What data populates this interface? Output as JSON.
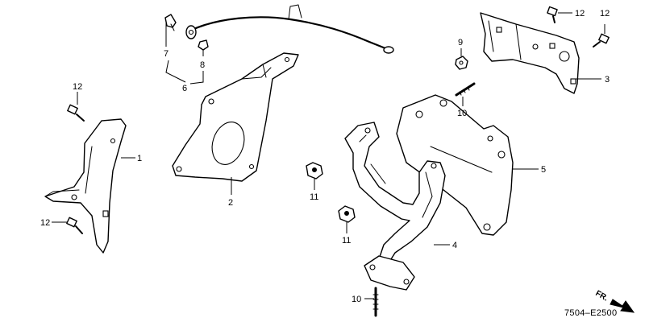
{
  "callouts": {
    "c1": "1",
    "c2": "2",
    "c3": "3",
    "c4": "4",
    "c5": "5",
    "c6": "6",
    "c7": "7",
    "c8": "8",
    "c9": "9",
    "c10a": "10",
    "c10b": "10",
    "c11a": "11",
    "c11b": "11",
    "c12a": "12",
    "c12b": "12",
    "c12c": "12",
    "c12d": "12"
  },
  "diagram_code": "7504–E2500",
  "direction_label": "FR.",
  "colors": {
    "ink": "#000000",
    "paper": "#ffffff"
  }
}
